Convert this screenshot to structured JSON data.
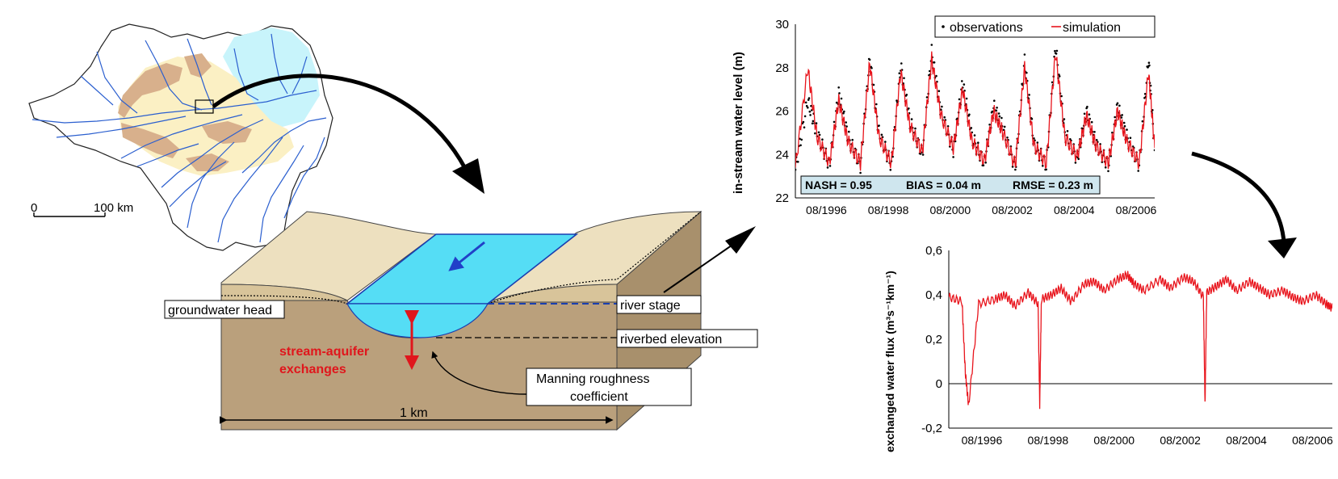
{
  "map": {
    "scale_start": "0",
    "scale_end": "100 km"
  },
  "block": {
    "groundwater_head": "groundwater head",
    "river_stage": "river stage",
    "riverbed_elevation": "riverbed elevation",
    "manning_line1": "Manning roughness",
    "manning_line2": "coefficient",
    "exchanges_line1": "stream-aquifer",
    "exchanges_line2": "exchanges",
    "width": "1 km"
  },
  "colors": {
    "water": "#55ddf5",
    "soil": "#baa07c",
    "soil_top": "#ede0bf",
    "map_sand": "#fbf0c4",
    "map_brown": "#d8b08c",
    "map_cyan": "#c8f4fb",
    "river_blue": "#2b5fcf",
    "accent_red": "#e0161c",
    "stats_box": "#cfe6ee"
  },
  "chart_data": [
    {
      "type": "line",
      "ylabel": "in-stream water level (m)",
      "ylim": [
        22,
        30
      ],
      "yticks": [
        "22",
        "24",
        "26",
        "28",
        "30"
      ],
      "xticks": [
        "08/1996",
        "08/1998",
        "08/2000",
        "08/2002",
        "08/2004",
        "08/2006"
      ],
      "series": [
        {
          "name": "observations",
          "style": "dots",
          "color": "#000000",
          "x": [
            1995.6,
            1996.0,
            1996.3,
            1996.7,
            1997.0,
            1997.3,
            1997.7,
            1998.0,
            1998.3,
            1998.7,
            1999.0,
            1999.3,
            1999.7,
            2000.0,
            2000.3,
            2000.7,
            2001.0,
            2001.3,
            2001.7,
            2002.0,
            2002.3,
            2002.7,
            2003.0,
            2003.3,
            2003.7,
            2004.0,
            2004.3,
            2004.7,
            2005.0,
            2005.3,
            2005.7,
            2006.0,
            2006.3,
            2006.7,
            2007.0,
            2007.2
          ],
          "y": [
            23.3,
            26.5,
            25.0,
            23.5,
            26.8,
            24.8,
            23.5,
            28.4,
            25.0,
            23.5,
            28.1,
            25.5,
            24.0,
            28.7,
            26.0,
            24.2,
            27.3,
            24.8,
            23.6,
            26.2,
            25.2,
            23.4,
            28.3,
            24.5,
            23.5,
            29.0,
            25.0,
            23.8,
            26.0,
            24.5,
            23.5,
            26.2,
            24.8,
            23.5,
            28.4,
            24.2
          ]
        },
        {
          "name": "simulation",
          "style": "line",
          "color": "#e8141c",
          "x": [
            1995.6,
            1996.0,
            1996.3,
            1996.7,
            1997.0,
            1997.3,
            1997.7,
            1998.0,
            1998.3,
            1998.7,
            1999.0,
            1999.3,
            1999.7,
            2000.0,
            2000.3,
            2000.7,
            2001.0,
            2001.3,
            2001.7,
            2002.0,
            2002.3,
            2002.7,
            2003.0,
            2003.3,
            2003.7,
            2004.0,
            2004.3,
            2004.7,
            2005.0,
            2005.3,
            2005.7,
            2006.0,
            2006.3,
            2006.7,
            2007.0,
            2007.2
          ],
          "y": [
            23.4,
            28.0,
            24.8,
            23.6,
            26.5,
            24.6,
            23.6,
            28.2,
            24.8,
            23.6,
            27.8,
            25.3,
            24.1,
            28.4,
            25.8,
            24.3,
            27.0,
            24.6,
            23.7,
            26.0,
            25.0,
            23.5,
            28.0,
            24.4,
            23.6,
            28.7,
            24.8,
            23.9,
            25.8,
            24.4,
            23.6,
            26.0,
            24.6,
            23.6,
            27.8,
            24.3
          ]
        }
      ],
      "stats": {
        "nash": "NASH = 0.95",
        "bias": "BIAS = 0.04 m",
        "rmse": "RMSE = 0.23 m"
      }
    },
    {
      "type": "line",
      "ylabel": "exchanged water flux (m³s⁻¹km⁻¹)",
      "ylim": [
        -0.2,
        0.6
      ],
      "yticks": [
        "-0,2",
        "0",
        "0,2",
        "0,4",
        "0,6"
      ],
      "xticks": [
        "08/1996",
        "08/1998",
        "08/2000",
        "08/2002",
        "08/2004",
        "08/2006"
      ],
      "series": [
        {
          "name": "flux",
          "style": "line",
          "color": "#e8141c",
          "x": [
            1995.6,
            1996.0,
            1996.1,
            1996.2,
            1996.5,
            1997.0,
            1997.3,
            1997.6,
            1998.0,
            1998.3,
            1998.35,
            1998.4,
            1998.7,
            1999.0,
            1999.3,
            1999.7,
            2000.0,
            2000.3,
            2000.7,
            2001.0,
            2001.2,
            2001.5,
            2002.0,
            2002.3,
            2002.7,
            2003.0,
            2003.3,
            2003.35,
            2003.4,
            2003.7,
            2004.0,
            2004.3,
            2004.7,
            2005.0,
            2005.3,
            2005.7,
            2006.0,
            2006.3,
            2006.7,
            2007.0,
            2007.2
          ],
          "y": [
            0.39,
            0.37,
            0.05,
            -0.1,
            0.36,
            0.38,
            0.4,
            0.35,
            0.41,
            0.36,
            -0.1,
            0.38,
            0.4,
            0.43,
            0.37,
            0.45,
            0.46,
            0.42,
            0.47,
            0.49,
            0.45,
            0.42,
            0.47,
            0.43,
            0.48,
            0.46,
            0.39,
            -0.1,
            0.41,
            0.44,
            0.47,
            0.42,
            0.46,
            0.43,
            0.4,
            0.42,
            0.39,
            0.37,
            0.4,
            0.36,
            0.34
          ]
        }
      ]
    }
  ]
}
